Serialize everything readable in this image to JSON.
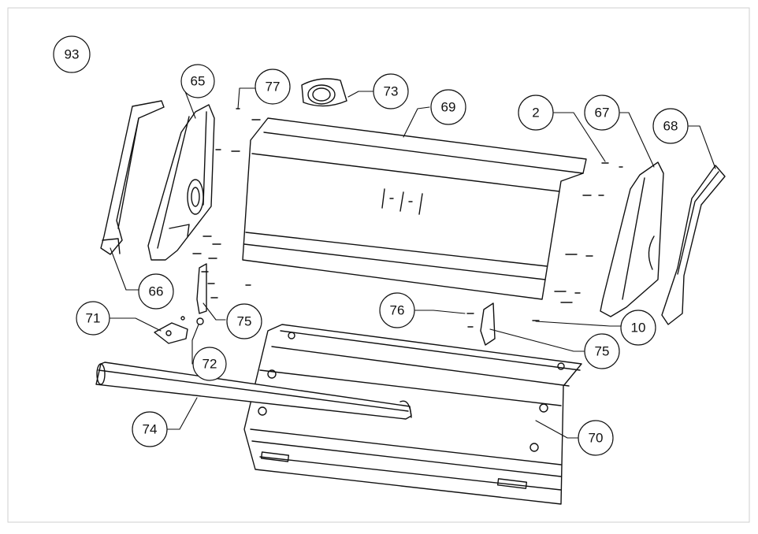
{
  "callouts": {
    "c93": "93",
    "c65": "65",
    "c77": "77",
    "c73": "73",
    "c69": "69",
    "c2": "2",
    "c67": "67",
    "c68": "68",
    "c66": "66",
    "c75a": "75",
    "c71": "71",
    "c72": "72",
    "c76": "76",
    "c10": "10",
    "c75b": "75",
    "c74": "74",
    "c70": "70"
  },
  "colors": {
    "line": "#111111",
    "frame": "#c8c8c8",
    "paper": "#ffffff"
  }
}
